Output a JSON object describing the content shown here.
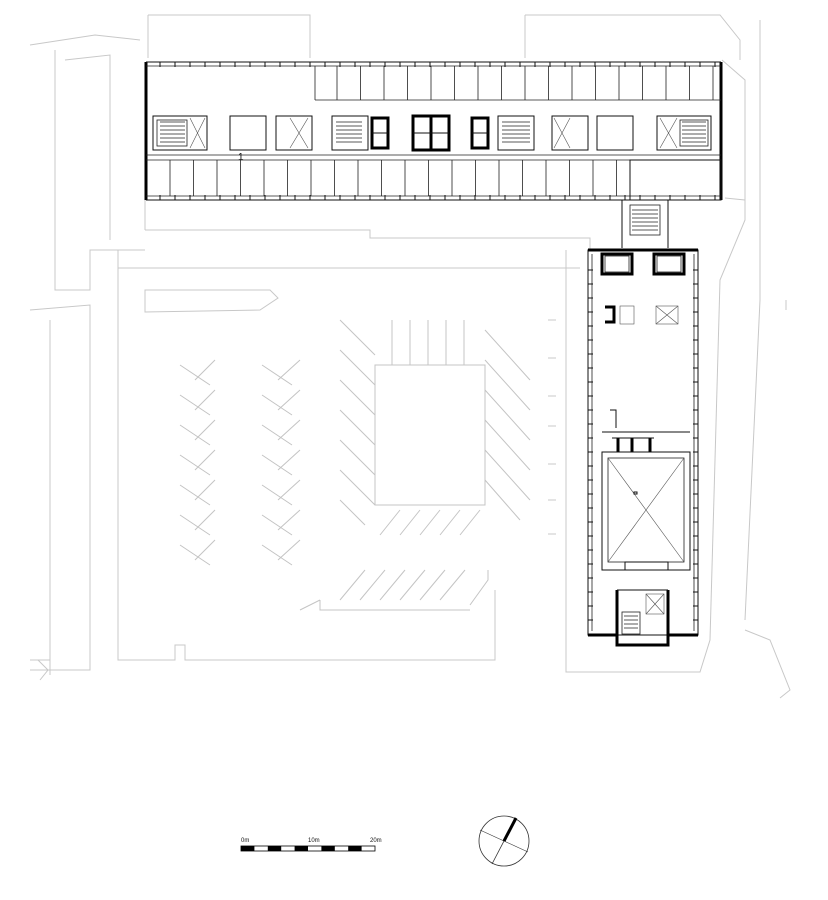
{
  "plan": {
    "room_label": "1"
  },
  "scale_bar": {
    "ticks": [
      "0m",
      "10m",
      "20m"
    ]
  }
}
